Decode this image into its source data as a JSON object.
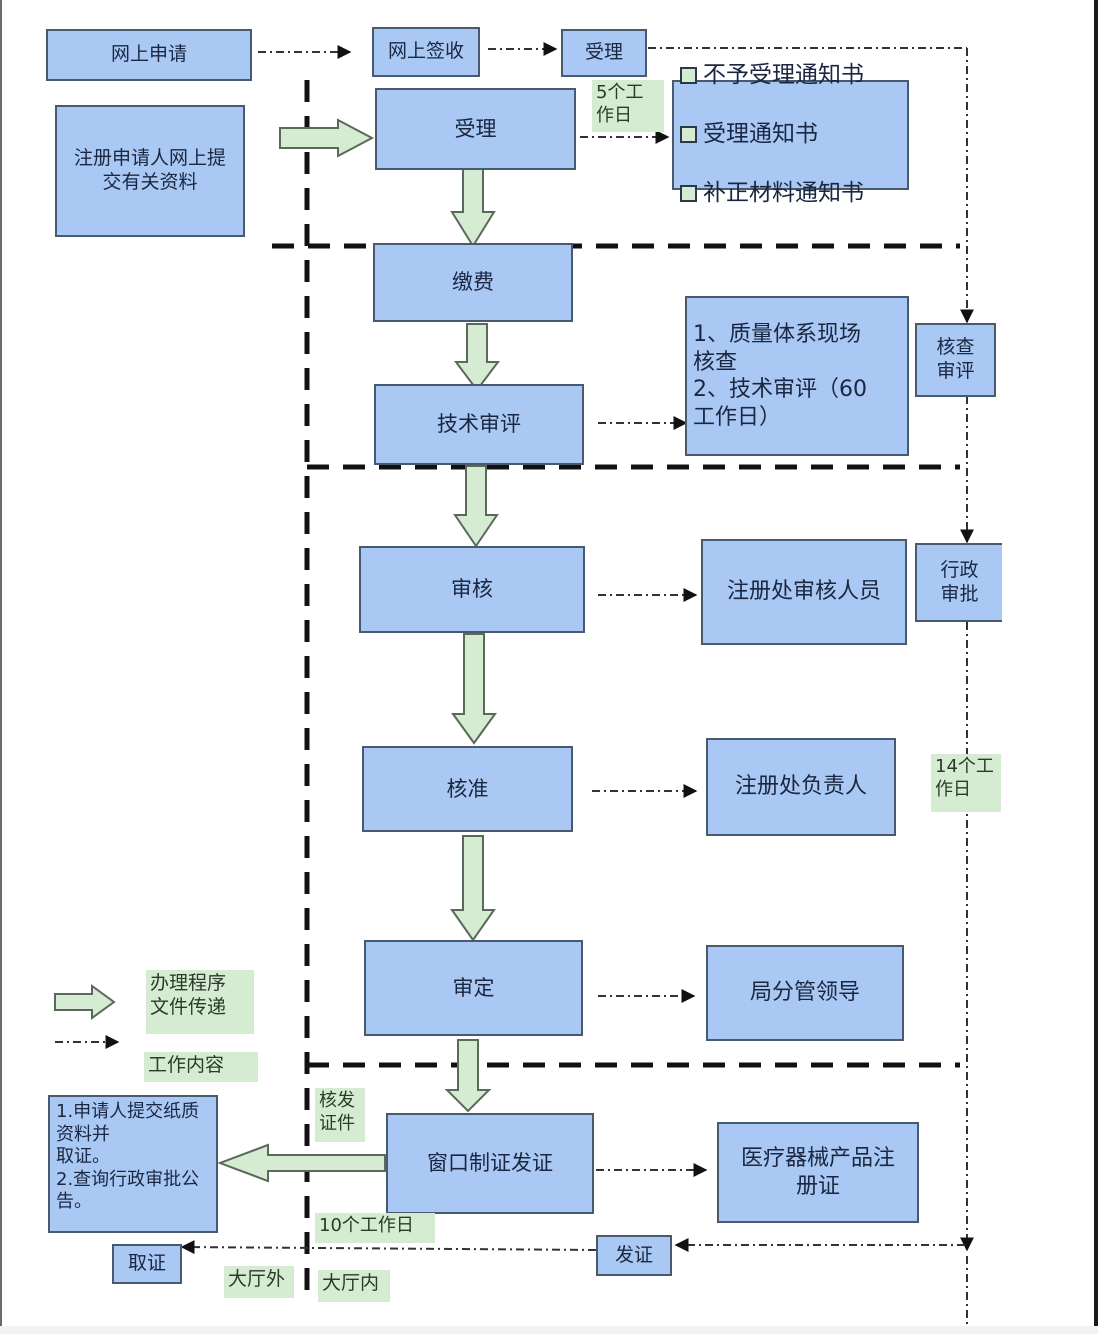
{
  "colors": {
    "box_fill": "#a9c8f4",
    "box_border": "#4a5a6e",
    "note_fill": "#d6ecd2",
    "arrow_fill": "#d6ecd2",
    "arrow_stroke": "#5a6a5a",
    "line": "#111111"
  },
  "top_flow": {
    "online_apply": "网上申请",
    "online_receive": "网上签收",
    "accept_small": "受理"
  },
  "applicant_box": "注册申请人网上提\n交有关资料",
  "steps": {
    "accept": "受理",
    "payment": "缴费",
    "tech_review": "技术审评",
    "audit": "审核",
    "approve": "核准",
    "decide": "审定",
    "window_issue": "窗口制证发证"
  },
  "work_content": {
    "accept_notices": [
      "不予受理通知书",
      "受理通知书",
      "补正材料通知书"
    ],
    "tech_review_detail": "1、质量体系现场\n核查\n2、技术审评（60\n工作日）",
    "audit_staff": "注册处审核人员",
    "approve_head": "注册处负责人",
    "decide_leader": "局分管领导",
    "certificate": "医疗器械产品注\n册证"
  },
  "right_column": {
    "check_review": "核查\n审评",
    "admin_approval": "行政\n审批",
    "days_14": "14个工\n作日"
  },
  "time_notes": {
    "days_5": "5个工\n作日",
    "days_10": "10个工作日",
    "issue_docs": "核发\n证件"
  },
  "pickup": {
    "instructions": "1.申请人提交纸质\n资料并\n取证。\n2.查询行政审批公\n告。",
    "collect": "取证",
    "issue": "发证"
  },
  "zones": {
    "outside_hall": "大厅外",
    "inside_hall": "大厅内"
  },
  "legend": {
    "block_arrow_label": "办理程序\n文件传递",
    "dash_arrow_label": "工作内容"
  }
}
